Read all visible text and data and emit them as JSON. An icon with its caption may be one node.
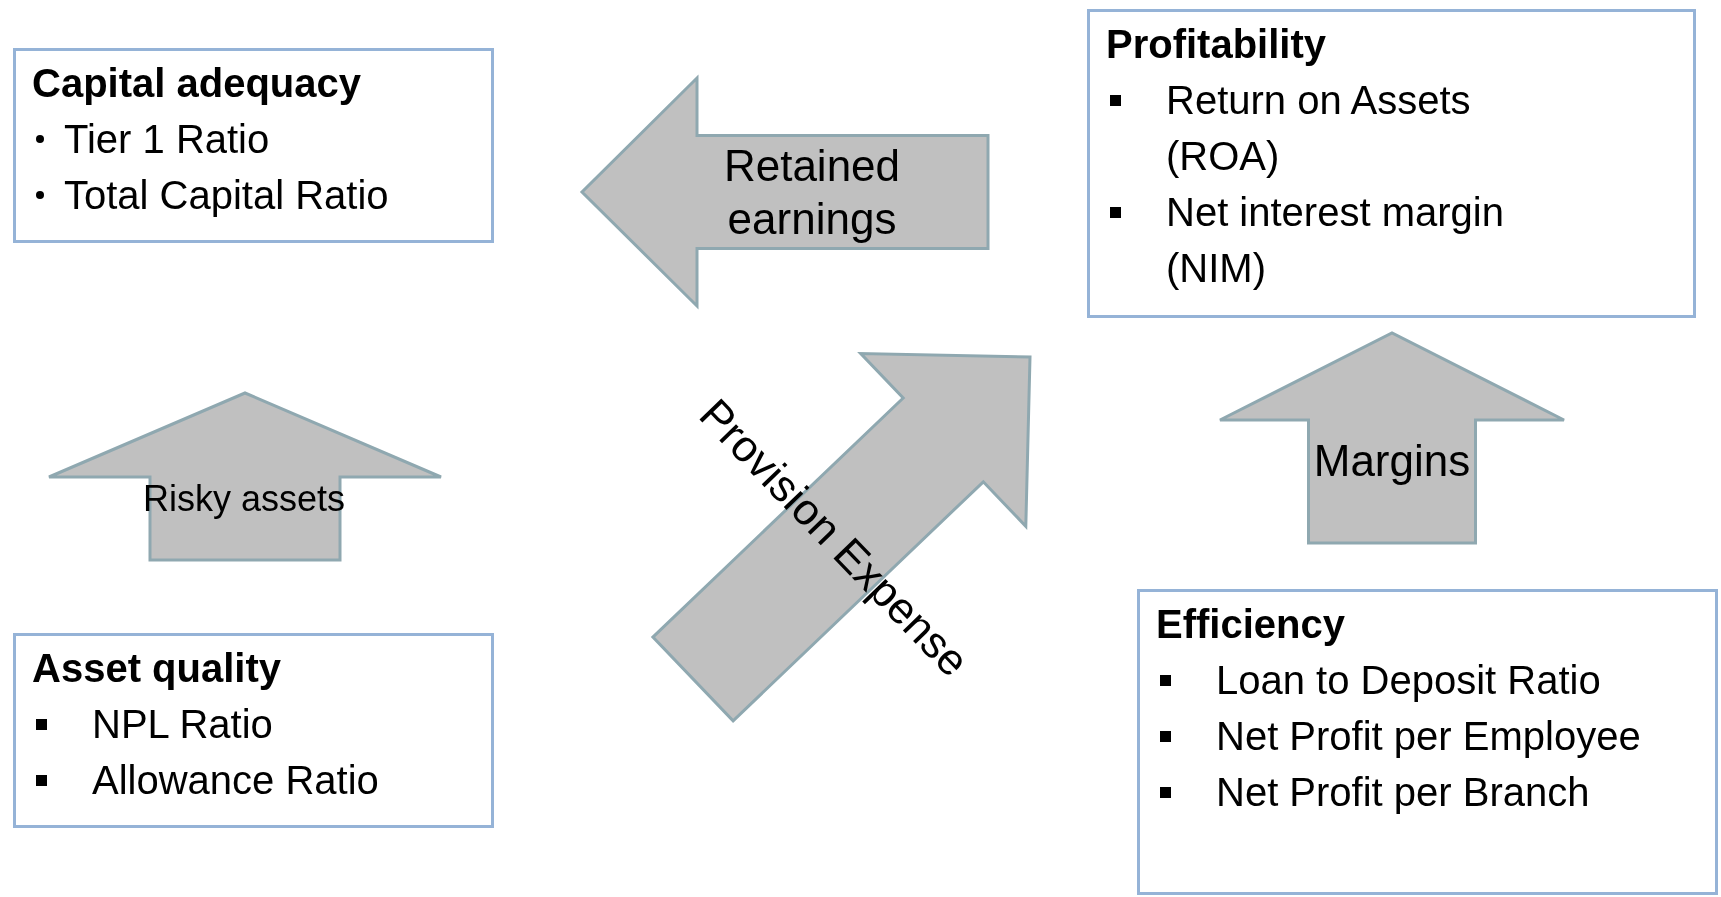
{
  "diagram": {
    "nodes": [
      {
        "text": [
          "Capital adequacy",
          "Tier 1 Ratio",
          "Total Capital Ratio"
        ]
      },
      {
        "text": [
          "Profitability",
          "Return on Assets (ROA)",
          "Net interest margin (NIM)"
        ]
      },
      {
        "text": [
          "Asset quality",
          "NPL Ratio",
          "Allowance Ratio"
        ]
      },
      {
        "text": [
          "Efficiency",
          "Loan to Deposit Ratio",
          "Net Profit per Employee",
          "Net Profit per Branch"
        ]
      }
    ],
    "edges": [
      {
        "from": 1,
        "to": 0,
        "arrow": "to",
        "label": "Retained earnings"
      },
      {
        "from": 2,
        "to": 0,
        "arrow": "to",
        "label": "Risky assets"
      },
      {
        "from": 2,
        "to": 1,
        "arrow": "to",
        "label": "Provision Expense"
      },
      {
        "from": 3,
        "to": 1,
        "arrow": "to",
        "label": "Margins"
      }
    ]
  }
}
